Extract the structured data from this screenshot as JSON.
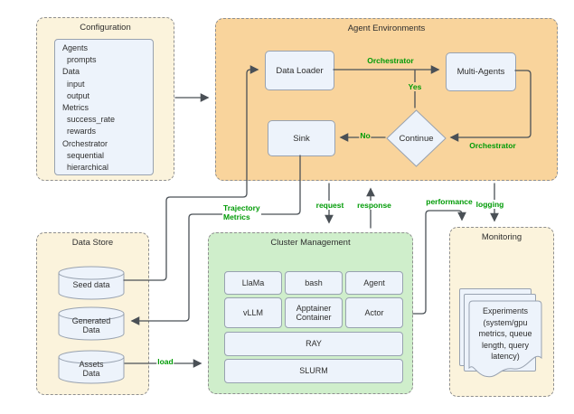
{
  "groups": {
    "configuration": {
      "title": "Configuration",
      "content": "Agents\n  prompts\nData\n  input\n  output\nMetrics\n  success_rate\n  rewards\nOrchestrator\n  sequential\n  hierarchical"
    },
    "agent_environments": {
      "title": "Agent Environments",
      "nodes": {
        "data_loader": "Data Loader",
        "multi_agents": "Multi-Agents",
        "sink": "Sink",
        "decision": "Continue"
      }
    },
    "data_store": {
      "title": "Data Store",
      "cylinders": [
        "Seed data",
        "Generated\nData",
        "Assets\nData"
      ]
    },
    "cluster_management": {
      "title": "Cluster Management",
      "row1": [
        "LlaMa",
        "bash",
        "Agent"
      ],
      "row2": [
        "vLLM",
        "Apptainer\nContainer",
        "Actor"
      ],
      "row3": "RAY",
      "row4": "SLURM"
    },
    "monitoring": {
      "title": "Monitoring",
      "document": "Experiments\n(system/gpu\nmetrics, queue\nlength, query\nlatency)"
    }
  },
  "edge_labels": {
    "orchestrator_top": "Orchestrator",
    "yes": "Yes",
    "no": "No",
    "orchestrator_loop": "Orchestrator",
    "trajectory_metrics": "Trajectory\nMetrics",
    "request": "request",
    "response": "response",
    "performance": "performance",
    "logging": "logging",
    "load": "load"
  },
  "colors": {
    "group_yellow": "#fbf3dc",
    "group_orange": "#f9d49c",
    "group_green": "#cfeecb",
    "node_fill": "#edf3fb",
    "node_border": "#98a2b0",
    "edge": "#4a5056",
    "label_green": "#009b06"
  }
}
